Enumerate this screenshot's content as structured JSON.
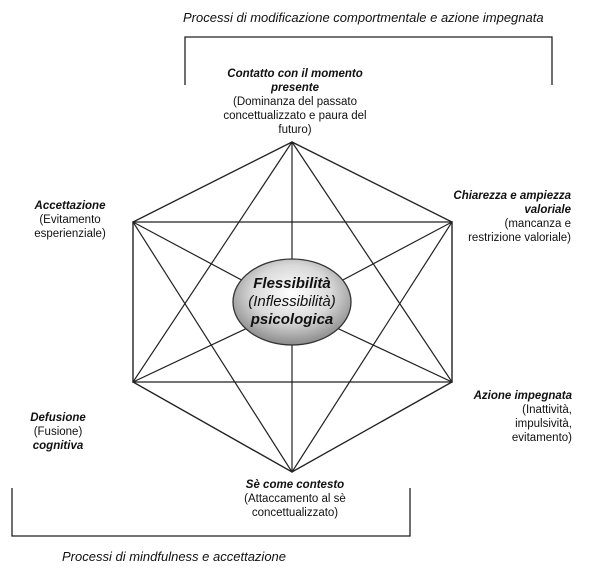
{
  "captions": {
    "top": "Processi di modificazione comportmentale e azione impegnata",
    "bottom": "Processi di mindfulness e accettazione"
  },
  "center": {
    "line1": "Flessibilità",
    "line2": "(Inflessibilità)",
    "line3": "psicologica"
  },
  "nodes": {
    "top": {
      "title_line1": "Contatto con il momento",
      "title_line2": "presente",
      "sub_line1": "(Dominanza del passato",
      "sub_line2": "concettualizzato e paura del",
      "sub_line3": "futuro)"
    },
    "upper_right": {
      "title_line1": "Chiarezza e ampiezza",
      "title_line2": "valoriale",
      "sub_line1": "(mancanza e",
      "sub_line2": "restrizione valoriale)"
    },
    "lower_right": {
      "title_line1": "Azione impegnata",
      "sub_line1": "(Inattività,",
      "sub_line2": "impulsività,",
      "sub_line3": "evitamento)"
    },
    "bottom": {
      "title_line1": "Sè come contesto",
      "sub_line1": "(Attaccamento al sè",
      "sub_line2": "concettualizzato)"
    },
    "lower_left": {
      "title_line1": "Defusione",
      "sub_line1": "(Fusione)",
      "title_line2": "cognitiva"
    },
    "upper_left": {
      "title_line1": "Accettazione",
      "sub_line1": "(Evitamento",
      "sub_line2": "esperienziale)"
    }
  }
}
